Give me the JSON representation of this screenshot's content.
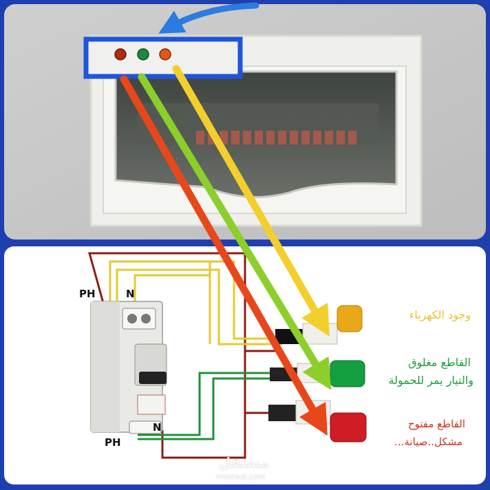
{
  "terminals": {
    "ph_top": "PH",
    "n_top": "N",
    "ph_bottom": "PH",
    "n_bottom": "N"
  },
  "lamp_labels": {
    "yellow": "وجود الكهرباء",
    "green_line1": "القاطع مغلوق",
    "green_line2": "والتيار يمر للحمولة",
    "red_line1": "القاطع مفتوح",
    "red_line2": "مشكل..صيانة..."
  },
  "watermark": {
    "arabic": "مستقل",
    "latin": "mostaql.com"
  },
  "colors": {
    "blue_frame": "#1f3fb0",
    "arrow_red": "#e8471c",
    "arrow_green": "#8ccf2a",
    "arrow_yellow": "#f2cf2c",
    "pointer_blue": "#2b7be0"
  }
}
